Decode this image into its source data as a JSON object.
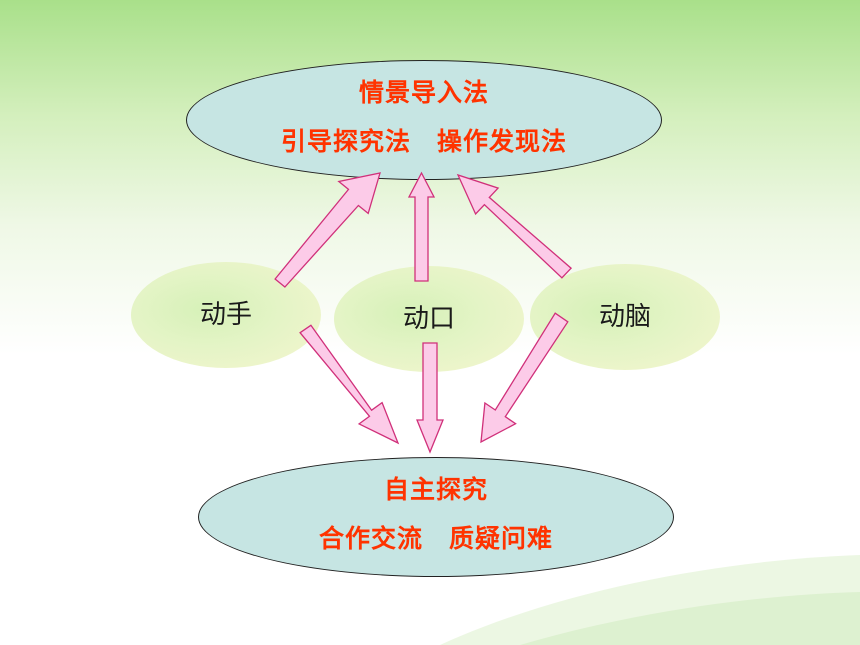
{
  "top_ellipse": {
    "line1": "情景导入法",
    "line2": "引导探究法　操作发现法"
  },
  "middle_ellipses": {
    "hand": "动手",
    "mouth": "动口",
    "brain": "动脑"
  },
  "bottom_ellipse": {
    "line1": "自主探究",
    "line2": "合作交流　质疑问难"
  },
  "colors": {
    "method_text": "#ff3300",
    "ellipse_fill": "#c6e5e3",
    "arrow_fill": "#fccbe8",
    "arrow_stroke": "#d0307a"
  }
}
